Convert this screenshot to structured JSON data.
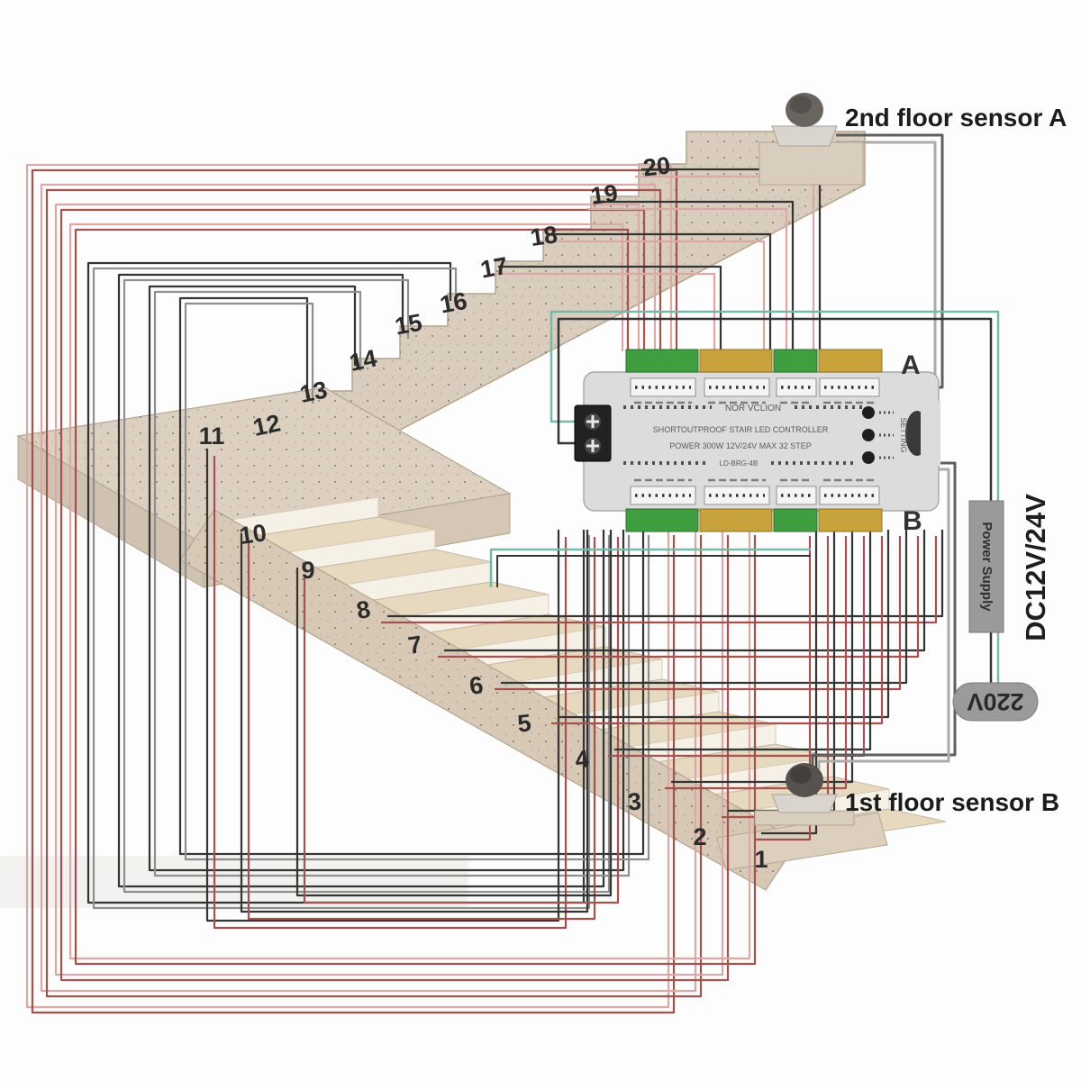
{
  "labels": {
    "sensor_a": "2nd floor sensor A",
    "sensor_b": "1st floor sensor B",
    "power_supply": "Power Supply",
    "dc_voltage": "DC12V/24V",
    "mains_voltage": "220V",
    "port_a": "A",
    "port_b": "B"
  },
  "controller": {
    "silk_line1": "NOR VCLION",
    "silk_line2": "SHORTOUTPROOF STAIR LED CONTROLLER",
    "silk_line3": "POWER 300W 12V/24V MAX 32 STEP",
    "model": "LD-BRG-4B",
    "setting_label": "SETTING"
  },
  "steps": [
    "1",
    "2",
    "3",
    "4",
    "5",
    "6",
    "7",
    "8",
    "9",
    "10",
    "11",
    "12",
    "13",
    "14",
    "15",
    "16",
    "17",
    "18",
    "19",
    "20"
  ],
  "colors": {
    "wire_pink": "#dba8a8",
    "wire_red": "#a2524f",
    "wire_black": "#343434",
    "wire_gray": "#8f8f8f",
    "wire_teal": "#79b9a7",
    "wire_sensor_dark": "#5f5f5f",
    "wire_sensor_light": "#ababab",
    "terminal_green": "#3f9e3f",
    "terminal_yellow": "#c8a23a",
    "stair_beige": "#d9cdbd",
    "controller_gray": "#dcdcdc"
  }
}
